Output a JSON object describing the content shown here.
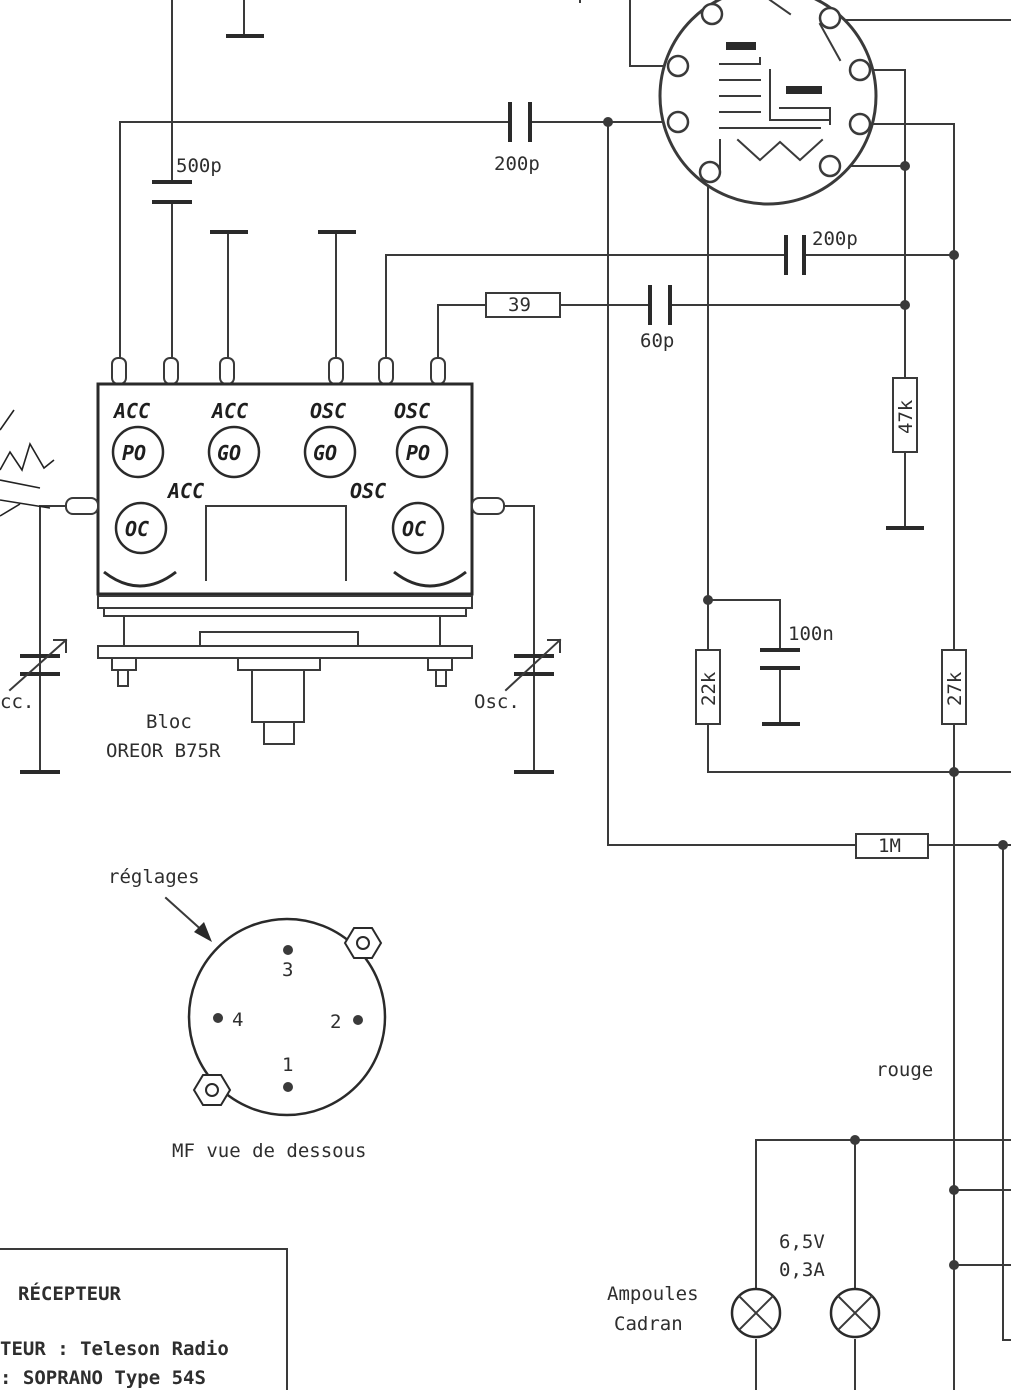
{
  "components": {
    "cap_500p": "500p",
    "cap_200p_top": "200p",
    "cap_200p_mid": "200p",
    "cap_60p": "60p",
    "res_39": "39",
    "res_47k": "47k",
    "cap_100n": "100n",
    "res_22k": "22k",
    "res_27k": "27k",
    "res_1M": "1M"
  },
  "bloc": {
    "coils": [
      {
        "top": "ACC",
        "band": "PO"
      },
      {
        "top": "ACC",
        "band": "GO"
      },
      {
        "top": "OSC",
        "band": "GO"
      },
      {
        "top": "OSC",
        "band": "PO"
      }
    ],
    "lower_coils": [
      {
        "top": "ACC",
        "band": "OC"
      },
      {
        "top": "OSC",
        "band": "OC"
      }
    ],
    "title_line1": "Bloc",
    "title_line2": "OREOR B75R"
  },
  "variable_caps": {
    "left_label": "cc.",
    "right_label": "Osc."
  },
  "mf": {
    "reglages_label": "réglages",
    "pins": [
      "1",
      "2",
      "3",
      "4"
    ],
    "caption": "MF vue de dessous"
  },
  "wire_color_label": "rouge",
  "lamps": {
    "rating_line1": "6,5V",
    "rating_line2": "0,3A",
    "label_line1": "Ampoules",
    "label_line2": "Cadran"
  },
  "info_box": {
    "heading": "RÉCEPTEUR",
    "line1": "TEUR : Teleson Radio",
    "line2": ": SOPRANO Type 54S"
  }
}
